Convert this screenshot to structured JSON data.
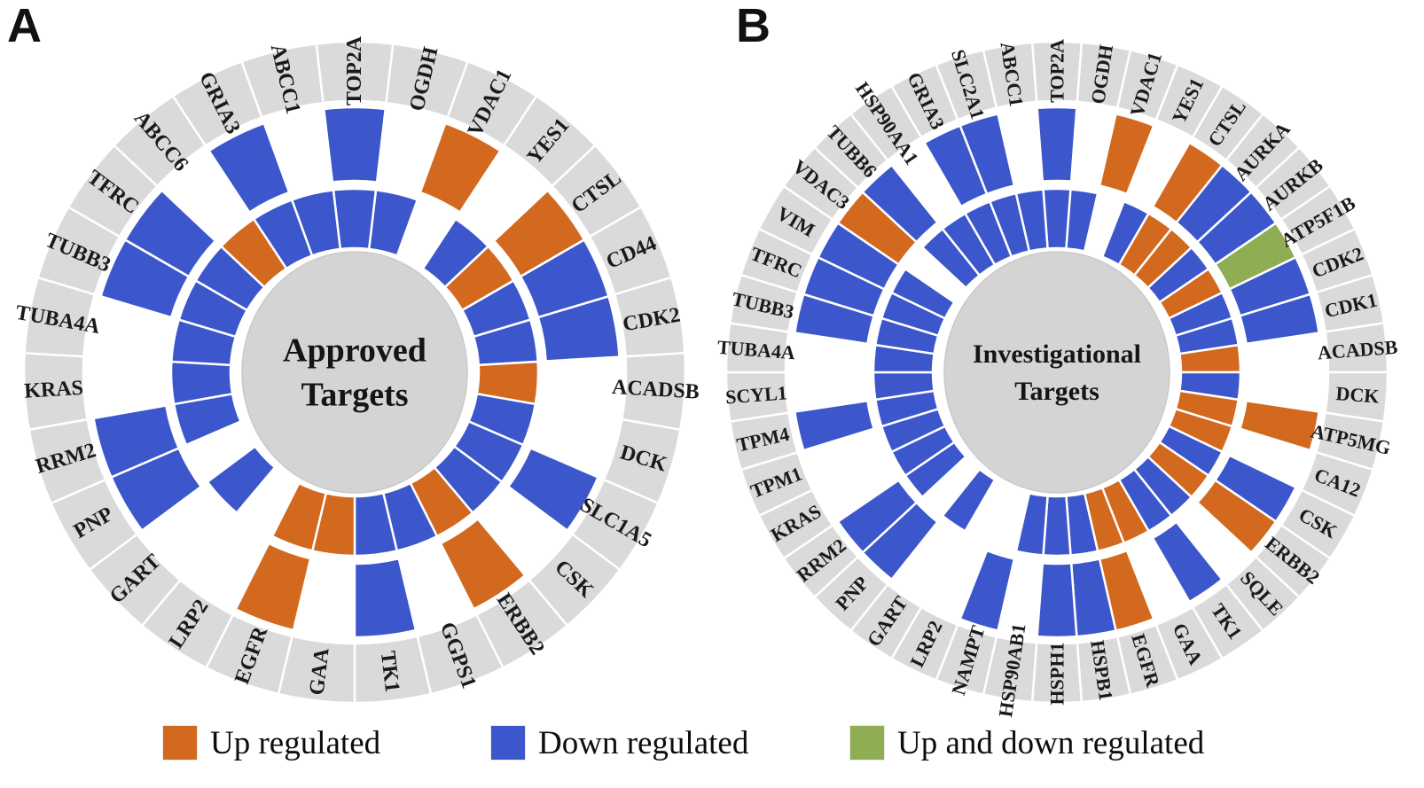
{
  "panel_a": {
    "letter": "A",
    "title": "Approved Targets"
  },
  "panel_b": {
    "letter": "B",
    "title": "Investigational Targets"
  },
  "colors": {
    "up": "#D2691E",
    "down": "#3B57CB",
    "both": "#8FAD52",
    "empty": "#FFFFFF",
    "ring_bg": "#DADADA",
    "center_bg": "#D4D4D4",
    "label_text": "#1a1a1a",
    "title_text": "#151515"
  },
  "legend": {
    "items": [
      {
        "key": "up",
        "label": "Up regulated"
      },
      {
        "key": "down",
        "label": "Down regulated"
      },
      {
        "key": "updown",
        "label": "Up and down regulated"
      }
    ]
  },
  "chart_data": [
    {
      "type": "sunburst",
      "title": "Approved Targets",
      "rings": [
        "inner: regulation status",
        "outer: regulation status",
        "outermost: gene label"
      ],
      "legend": [
        "Up regulated",
        "Down regulated",
        "Up and down regulated"
      ],
      "segments": [
        {
          "gene": "TOP2A",
          "outer": "down",
          "inner": "down"
        },
        {
          "gene": "OGDH",
          "outer": null,
          "inner": "down"
        },
        {
          "gene": "VDAC1",
          "outer": "up",
          "inner": null
        },
        {
          "gene": "YES1",
          "outer": null,
          "inner": "down"
        },
        {
          "gene": "CTSL",
          "outer": "up",
          "inner": "up"
        },
        {
          "gene": "CD44",
          "outer": "down",
          "inner": "down"
        },
        {
          "gene": "CDK2",
          "outer": "down",
          "inner": "down"
        },
        {
          "gene": "ACADSB",
          "outer": null,
          "inner": "up"
        },
        {
          "gene": "DCK",
          "outer": null,
          "inner": "down"
        },
        {
          "gene": "SLC1A5",
          "outer": "down",
          "inner": "down"
        },
        {
          "gene": "CSK",
          "outer": null,
          "inner": "down"
        },
        {
          "gene": "ERBB2",
          "outer": "up",
          "inner": "up"
        },
        {
          "gene": "GGPS1",
          "outer": null,
          "inner": "down"
        },
        {
          "gene": "TK1",
          "outer": "down",
          "inner": "down"
        },
        {
          "gene": "GAA",
          "outer": null,
          "inner": "up"
        },
        {
          "gene": "EGFR",
          "outer": "up",
          "inner": "up"
        },
        {
          "gene": "LRP2",
          "outer": null,
          "inner": null
        },
        {
          "gene": "GART",
          "outer": null,
          "inner": "down"
        },
        {
          "gene": "PNP",
          "outer": "down",
          "inner": null
        },
        {
          "gene": "RRM2",
          "outer": "down",
          "inner": "down"
        },
        {
          "gene": "KRAS",
          "outer": null,
          "inner": "down"
        },
        {
          "gene": "TUBA4A",
          "outer": null,
          "inner": "down"
        },
        {
          "gene": "TUBB3",
          "outer": "down",
          "inner": "down"
        },
        {
          "gene": "TFRC",
          "outer": "down",
          "inner": "down"
        },
        {
          "gene": "ABCC6",
          "outer": null,
          "inner": "up"
        },
        {
          "gene": "GRIA3",
          "outer": "down",
          "inner": "down"
        },
        {
          "gene": "ABCC1",
          "outer": null,
          "inner": "down"
        }
      ]
    },
    {
      "type": "sunburst",
      "title": "Investigational Targets",
      "rings": [
        "inner: regulation status",
        "outer: regulation status",
        "outermost: gene label"
      ],
      "legend": [
        "Up regulated",
        "Down regulated",
        "Up and down regulated"
      ],
      "segments": [
        {
          "gene": "TOP2A",
          "outer": "down",
          "inner": "down"
        },
        {
          "gene": "OGDH",
          "outer": null,
          "inner": "down"
        },
        {
          "gene": "VDAC1",
          "outer": "up",
          "inner": null
        },
        {
          "gene": "YES1",
          "outer": null,
          "inner": "down"
        },
        {
          "gene": "CTSL",
          "outer": "up",
          "inner": "up"
        },
        {
          "gene": "AURKA",
          "outer": "down",
          "inner": "up"
        },
        {
          "gene": "AURKB",
          "outer": "down",
          "inner": "down"
        },
        {
          "gene": "ATP5F1B",
          "outer": "both",
          "inner": "up"
        },
        {
          "gene": "CDK2",
          "outer": "down",
          "inner": "down"
        },
        {
          "gene": "CDK1",
          "outer": "down",
          "inner": "down"
        },
        {
          "gene": "ACADSB",
          "outer": null,
          "inner": "up"
        },
        {
          "gene": "DCK",
          "outer": null,
          "inner": "down"
        },
        {
          "gene": "ATP5MG",
          "outer": "up",
          "inner": "up"
        },
        {
          "gene": "CA12",
          "outer": null,
          "inner": "up"
        },
        {
          "gene": "CSK",
          "outer": "down",
          "inner": "down"
        },
        {
          "gene": "ERBB2",
          "outer": "up",
          "inner": "up"
        },
        {
          "gene": "SQLE",
          "outer": null,
          "inner": "down"
        },
        {
          "gene": "TK1",
          "outer": "down",
          "inner": "down"
        },
        {
          "gene": "GAA",
          "outer": null,
          "inner": "up"
        },
        {
          "gene": "EGFR",
          "outer": "up",
          "inner": "up"
        },
        {
          "gene": "HSPB1",
          "outer": "down",
          "inner": "down"
        },
        {
          "gene": "HSPH1",
          "outer": "down",
          "inner": "down"
        },
        {
          "gene": "HSP90AB1",
          "outer": null,
          "inner": "down"
        },
        {
          "gene": "NAMPT",
          "outer": "down",
          "inner": null
        },
        {
          "gene": "LRP2",
          "outer": null,
          "inner": null
        },
        {
          "gene": "GART",
          "outer": null,
          "inner": "down"
        },
        {
          "gene": "PNP",
          "outer": "down",
          "inner": null
        },
        {
          "gene": "RRM2",
          "outer": "down",
          "inner": "down"
        },
        {
          "gene": "KRAS",
          "outer": null,
          "inner": "down"
        },
        {
          "gene": "TPM1",
          "outer": null,
          "inner": "down"
        },
        {
          "gene": "TPM4",
          "outer": "down",
          "inner": "down"
        },
        {
          "gene": "SCYL1",
          "outer": null,
          "inner": "down"
        },
        {
          "gene": "TUBA4A",
          "outer": null,
          "inner": "down"
        },
        {
          "gene": "TUBB3",
          "outer": "down",
          "inner": "down"
        },
        {
          "gene": "TFRC",
          "outer": "down",
          "inner": "down"
        },
        {
          "gene": "VIM",
          "outer": "down",
          "inner": "down"
        },
        {
          "gene": "VDAC3",
          "outer": "up",
          "inner": null
        },
        {
          "gene": "TUBB6",
          "outer": "down",
          "inner": "down"
        },
        {
          "gene": "HSP90AA1",
          "outer": null,
          "inner": "down"
        },
        {
          "gene": "GRIA3",
          "outer": "down",
          "inner": "down"
        },
        {
          "gene": "SLC2A1",
          "outer": "down",
          "inner": "down"
        },
        {
          "gene": "ABCC1",
          "outer": null,
          "inner": "down"
        }
      ]
    }
  ]
}
